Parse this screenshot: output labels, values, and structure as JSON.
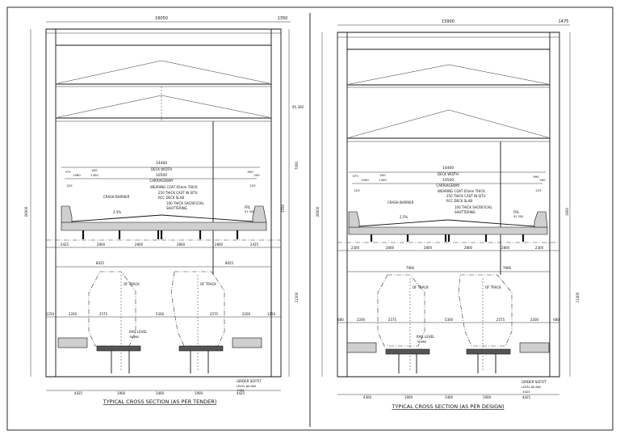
{
  "panels": [
    {
      "title": "TYPICAL CROSS SECTION (AS PER TENDER)",
      "top_dims": [
        "16050",
        "1350"
      ],
      "deck_width_value": "14400",
      "deck_width_label": "DECK WIDTH",
      "carriageway_value": "10500",
      "carriageway_label": "CARRIAGEWAY",
      "left_edge_dims": [
        "375",
        "1980",
        "450",
        "1300"
      ],
      "right_edge_dims": [
        "990",
        "500",
        "225"
      ],
      "edge_225": [
        "225",
        "225"
      ],
      "wearing_coat": "WEARING COAT 65mm THICK",
      "cast_in_situ": [
        "250 THICK CAST IN SITU",
        "RCC DECK SLAB"
      ],
      "shuttering": [
        "100 THICK SACRIFICIAL",
        "SHUTTERING"
      ],
      "crash_barrier": "CRASH BARRIER",
      "slope": "2.5%",
      "frl": "FRL",
      "frl_value": "91.300",
      "girder_dims": [
        "2425",
        "2800",
        "2800",
        "2800",
        "2800",
        "2425"
      ],
      "track_spacing": [
        "8025",
        "8025"
      ],
      "track_label": "OF TRACK",
      "bottom_dims_row1": [
        "1250",
        "2200",
        "2575",
        "5300",
        "2575",
        "2200",
        "1250"
      ],
      "rail_level": "RAIL LEVEL",
      "rail_level_value": "78.660",
      "girder_soffit": "GIRDER SOFFIT",
      "girder_soffit_value": "LEVEL 80.660",
      "bottom_dims_row2": [
        "4425",
        "1900",
        "3400",
        "1900",
        "4425"
      ],
      "bottom_last": "4425",
      "vert_left": [
        "26000"
      ],
      "vert_right": [
        "7000",
        "1550",
        "11200"
      ],
      "right_level": "95.300"
    },
    {
      "title": "TYPICAL CROSS SECTION (AS PER DESIGN)",
      "top_dims": [
        "15900",
        "1475"
      ],
      "deck_width_value": "14400",
      "deck_width_label": "DECK WIDTH",
      "carriageway_value": "10500",
      "carriageway_label": "CARRIAGEWAY",
      "left_edge_dims": [
        "375",
        "1500",
        "450",
        "1300"
      ],
      "right_edge_dims": [
        "990",
        "500",
        "225"
      ],
      "edge_225": [
        "225",
        "225"
      ],
      "wearing_coat": "WEARING COAT 65mm THICK",
      "cast_in_situ": [
        "250 THICK CAST IN SITU",
        "RCC DECK SLAB"
      ],
      "shuttering": [
        "100 THICK SACRIFICIAL",
        "SHUTTERING"
      ],
      "crash_barrier": "CRASH BARRIER",
      "slope": "2.5%",
      "frl": "FRL",
      "frl_value": "91.300",
      "girder_dims": [
        "2300",
        "2800",
        "2800",
        "2800",
        "2800",
        "2300"
      ],
      "track_spacing": [
        "7900",
        "7900"
      ],
      "track_label": "OF TRACK",
      "bottom_dims_row1": [
        "680",
        "2200",
        "2575",
        "5300",
        "2575",
        "2200",
        "680"
      ],
      "rail_level": "RAIL LEVEL",
      "rail_level_value": "78.660",
      "girder_soffit": "GIRDER SOFFIT",
      "girder_soffit_value": "LEVEL 80.660",
      "bottom_dims_row2": [
        "4300",
        "1900",
        "3400",
        "1900",
        "4425"
      ],
      "bottom_last": "4425",
      "vert_left": [
        "26000"
      ],
      "vert_right": [
        "1600",
        "11400"
      ],
      "right_level": ""
    }
  ]
}
